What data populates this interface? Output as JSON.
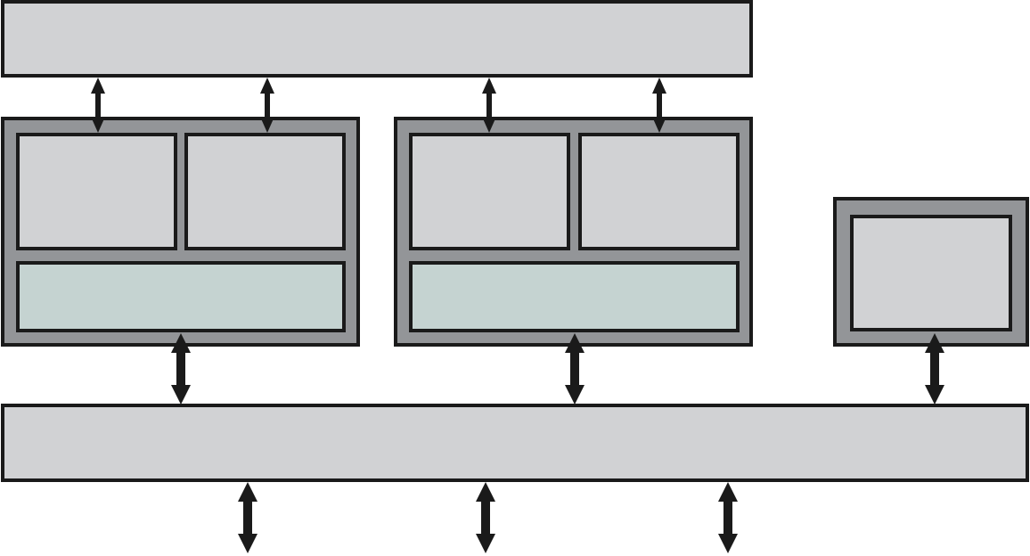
{
  "colors": {
    "background": "#ffffff",
    "outline": "#1a1a1a",
    "block_fill": "#d1d2d4",
    "group_fill": "#939598",
    "shared_unit_fill": "#c5d3d1",
    "arrow": "#1a1a1a"
  },
  "diagram": {
    "top_bus": {
      "label": ""
    },
    "bottom_bus": {
      "label": ""
    },
    "groups": [
      {
        "units": [
          "",
          ""
        ],
        "shared_unit": ""
      },
      {
        "units": [
          "",
          ""
        ],
        "shared_unit": ""
      },
      {
        "units": [
          ""
        ]
      }
    ],
    "connections": [
      {
        "from": "top_bus",
        "to": "group-1-unit-1",
        "direction": "bidirectional"
      },
      {
        "from": "top_bus",
        "to": "group-1-unit-2",
        "direction": "bidirectional"
      },
      {
        "from": "top_bus",
        "to": "group-2-unit-1",
        "direction": "bidirectional"
      },
      {
        "from": "top_bus",
        "to": "group-2-unit-2",
        "direction": "bidirectional"
      },
      {
        "from": "group-1",
        "to": "bottom_bus",
        "direction": "bidirectional"
      },
      {
        "from": "group-2",
        "to": "bottom_bus",
        "direction": "bidirectional"
      },
      {
        "from": "group-3",
        "to": "bottom_bus",
        "direction": "bidirectional"
      },
      {
        "from": "bottom_bus",
        "to": "external-1",
        "direction": "bidirectional"
      },
      {
        "from": "bottom_bus",
        "to": "external-2",
        "direction": "bidirectional"
      },
      {
        "from": "bottom_bus",
        "to": "external-3",
        "direction": "bidirectional"
      }
    ]
  }
}
